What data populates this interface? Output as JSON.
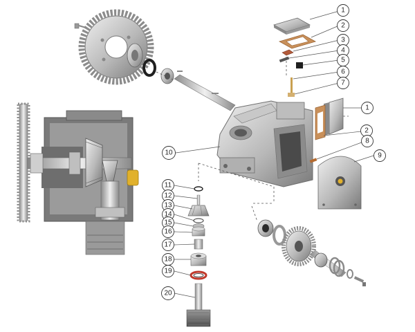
{
  "callouts": [
    {
      "id": "c1a",
      "label": "1"
    },
    {
      "id": "c2a",
      "label": "2"
    },
    {
      "id": "c3",
      "label": "3"
    },
    {
      "id": "c4",
      "label": "4"
    },
    {
      "id": "c5",
      "label": "5"
    },
    {
      "id": "c6",
      "label": "6"
    },
    {
      "id": "c7",
      "label": "7"
    },
    {
      "id": "c1b",
      "label": "1"
    },
    {
      "id": "c2b",
      "label": "2"
    },
    {
      "id": "c8",
      "label": "8"
    },
    {
      "id": "c9",
      "label": "9"
    },
    {
      "id": "c10",
      "label": "10"
    },
    {
      "id": "c11",
      "label": "11"
    },
    {
      "id": "c12",
      "label": "12"
    },
    {
      "id": "c13",
      "label": "13"
    },
    {
      "id": "c14",
      "label": "14"
    },
    {
      "id": "c15",
      "label": "15"
    },
    {
      "id": "c16",
      "label": "16"
    },
    {
      "id": "c17",
      "label": "17"
    },
    {
      "id": "c18",
      "label": "18"
    },
    {
      "id": "c19",
      "label": "19"
    },
    {
      "id": "c20",
      "label": "20"
    }
  ],
  "colors": {
    "metal_light": "#d9d9d9",
    "metal_mid": "#a9a9a9",
    "metal_dark": "#6e6e6e",
    "gasket": "#c9905a",
    "seal_red": "#c0392b",
    "brass": "#e1b12c",
    "black_part": "#1f1f1f"
  }
}
